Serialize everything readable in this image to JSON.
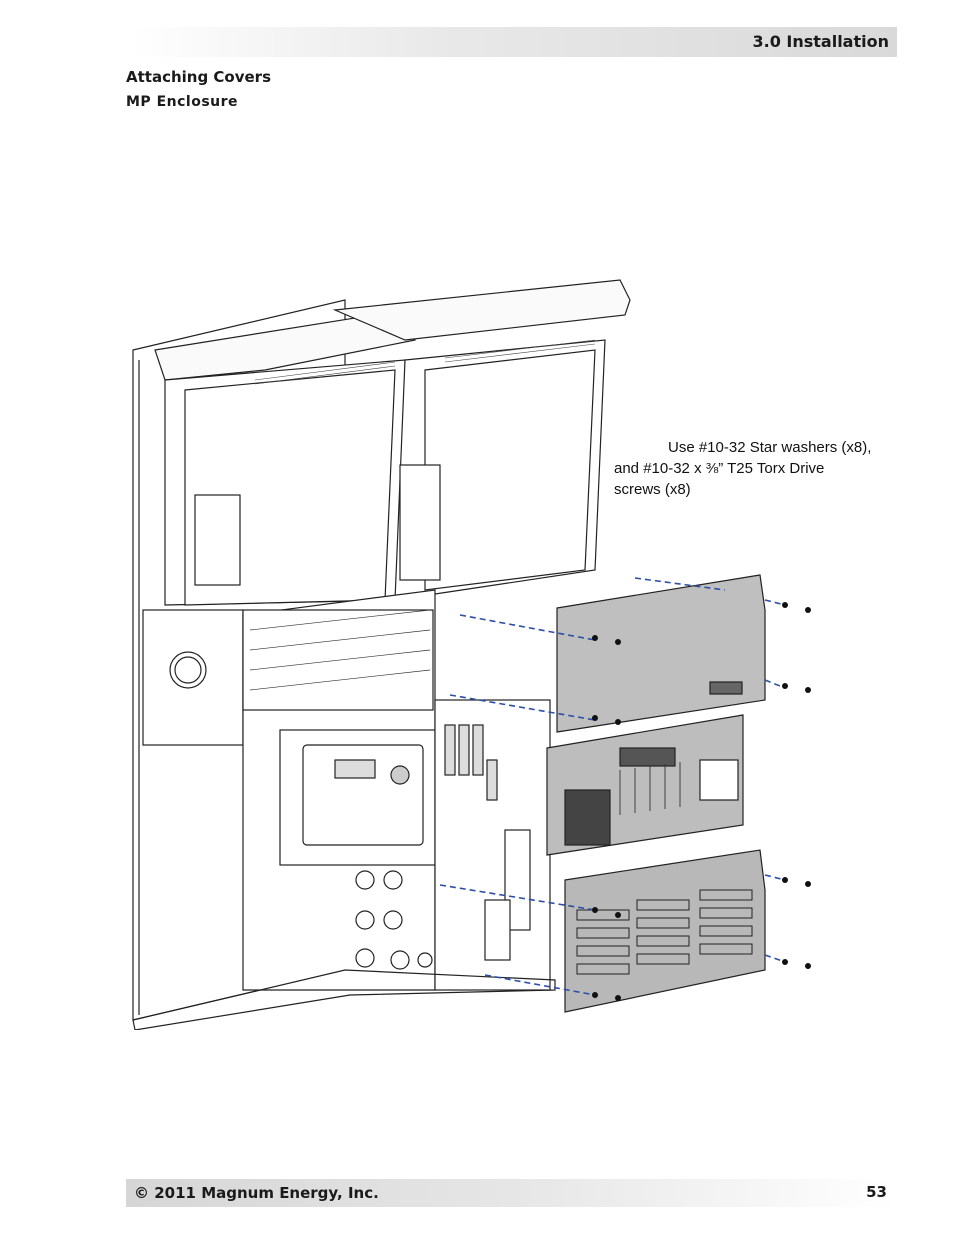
{
  "header": {
    "section": "3.0 Installation"
  },
  "section_title": "Attaching Covers",
  "subsection_title": "MP  Enclosure",
  "callout": {
    "line1": "Use #10-32 Star washers (x8),",
    "line2": "and #10-32 x ⅜” T25 Torx Drive",
    "line3": "screws (x8)"
  },
  "footer": {
    "copyright": "© 2011 Magnum Energy, Inc.",
    "page_number": "53"
  }
}
